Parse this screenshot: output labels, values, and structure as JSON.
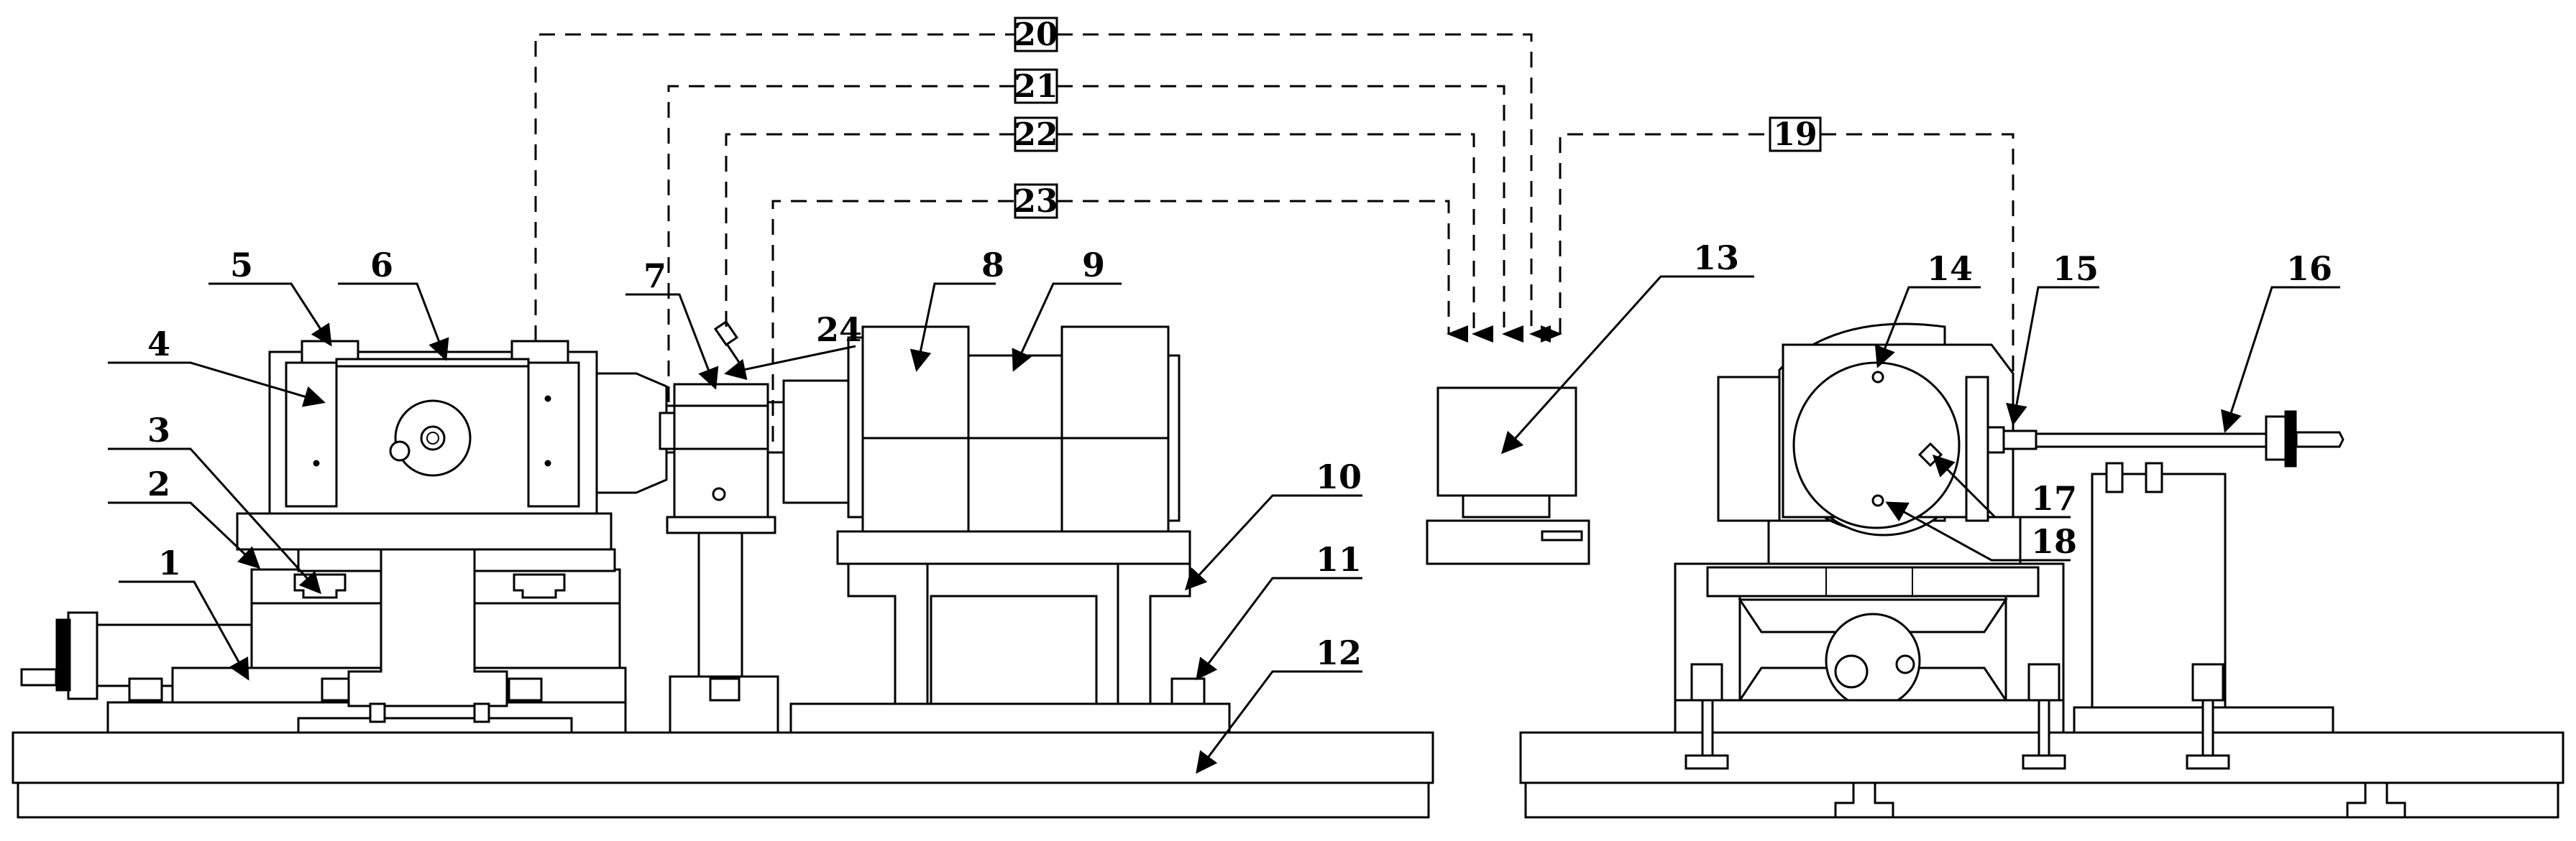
{
  "labels": [
    "1",
    "2",
    "3",
    "4",
    "5",
    "6",
    "7",
    "8",
    "9",
    "10",
    "11",
    "12",
    "13",
    "14",
    "15",
    "16",
    "17",
    "18",
    "24"
  ],
  "signal_boxes": [
    "19",
    "20",
    "21",
    "22",
    "23"
  ],
  "colors": {
    "ink": "#000000",
    "paper": "#ffffff"
  }
}
